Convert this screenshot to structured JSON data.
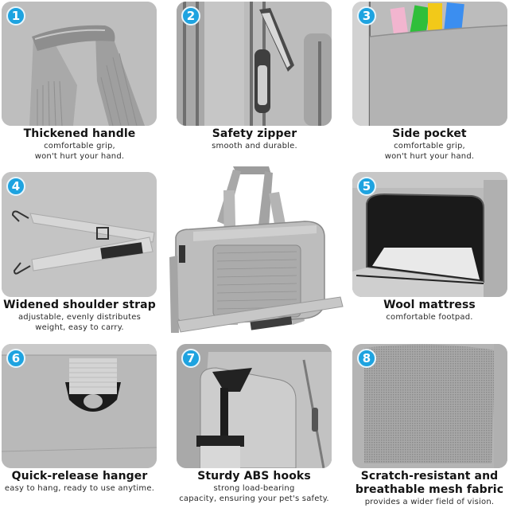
{
  "features": [
    {
      "number": "1",
      "title": "Thickened handle",
      "subtitle_lines": [
        "comfortable grip,",
        "won't hurt your hand."
      ]
    },
    {
      "number": "2",
      "title": "Safety zipper",
      "subtitle_lines": [
        "smooth and durable."
      ]
    },
    {
      "number": "3",
      "title": "Side pocket",
      "subtitle_lines": [
        "comfortable grip,",
        "won't hurt your hand."
      ]
    },
    {
      "number": "4",
      "title": "Widened shoulder strap",
      "subtitle_lines": [
        "adjustable, evenly distributes",
        "weight, easy to carry."
      ]
    },
    {
      "number": "5",
      "title": "Wool mattress",
      "subtitle_lines": [
        "comfortable footpad."
      ]
    },
    {
      "number": "6",
      "title": "Quick-release hanger",
      "subtitle_lines": [
        "easy to hang, ready to use anytime."
      ]
    },
    {
      "number": "7",
      "title": "Sturdy ABS hooks",
      "subtitle_lines": [
        "strong load-bearing",
        "capacity, ensuring your pet's safety."
      ]
    },
    {
      "number": "8",
      "title_lines": [
        "Scratch-resistant and",
        "breathable mesh fabric"
      ],
      "subtitle_lines": [
        "provides a wider field of vision."
      ]
    }
  ],
  "center_image": {
    "label": "pet carrier bag"
  },
  "colors": {
    "badge": "#1ea3e0",
    "fabric": "#b5b5b5",
    "background": "#ffffff"
  }
}
